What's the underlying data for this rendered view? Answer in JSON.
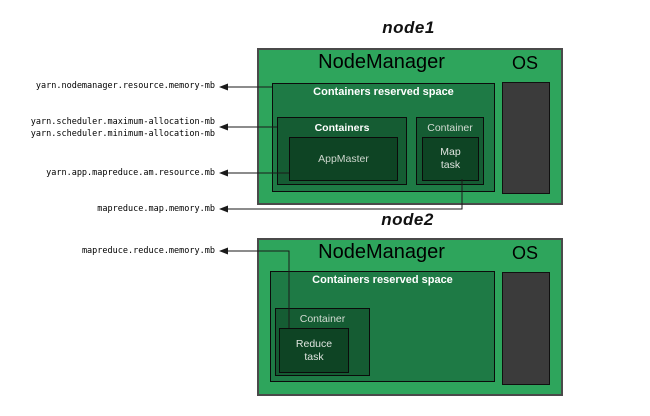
{
  "colors": {
    "outer_green": "#2ea55c",
    "reserved_green": "#1e7a45",
    "container_green": "#155c33",
    "task_green": "#0e4424",
    "os_gray": "#3b3b3b"
  },
  "node1": {
    "title": "node1",
    "nodemanager_label": "NodeManager",
    "os_label": "OS",
    "reserved_label": "Containers reserved space",
    "containers_label": "Containers",
    "appmaster_label": "AppMaster",
    "container_label": "Container",
    "task_label_line1": "Map",
    "task_label_line2": "task"
  },
  "node2": {
    "title": "node2",
    "nodemanager_label": "NodeManager",
    "os_label": "OS",
    "reserved_label": "Containers reserved space",
    "container_label": "Container",
    "task_label_line1": "Reduce",
    "task_label_line2": "task"
  },
  "config_labels": [
    {
      "text": "yarn.nodemanager.resource.memory-mb"
    },
    {
      "text": "yarn.scheduler.maximum-allocation-mb"
    },
    {
      "text": "yarn.scheduler.minimum-allocation-mb"
    },
    {
      "text": "yarn.app.mapreduce.am.resource.mb"
    },
    {
      "text": "mapreduce.map.memory.mb"
    },
    {
      "text": "mapreduce.reduce.memory.mb"
    }
  ]
}
